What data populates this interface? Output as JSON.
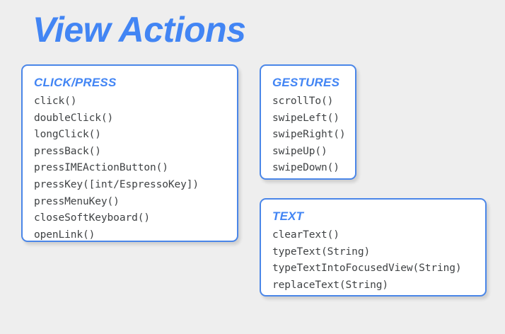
{
  "slide": {
    "title": "View Actions",
    "background_color": "#eeeeee",
    "accent_color": "#4285f4",
    "card_border_color": "#4a86e8",
    "card_background_color": "#ffffff",
    "code_text_color": "#3f4244"
  },
  "cards": [
    {
      "heading": "CLICK/PRESS",
      "items": [
        "click()",
        "doubleClick()",
        "longClick()",
        "pressBack()",
        "pressIMEActionButton()",
        "pressKey([int/EspressoKey])",
        "pressMenuKey()",
        "closeSoftKeyboard()",
        "openLink()"
      ]
    },
    {
      "heading": "GESTURES",
      "items": [
        "scrollTo()",
        "swipeLeft()",
        "swipeRight()",
        "swipeUp()",
        "swipeDown()"
      ]
    },
    {
      "heading": "TEXT",
      "items": [
        "clearText()",
        "typeText(String)",
        "typeTextIntoFocusedView(String)",
        "replaceText(String)"
      ]
    }
  ]
}
